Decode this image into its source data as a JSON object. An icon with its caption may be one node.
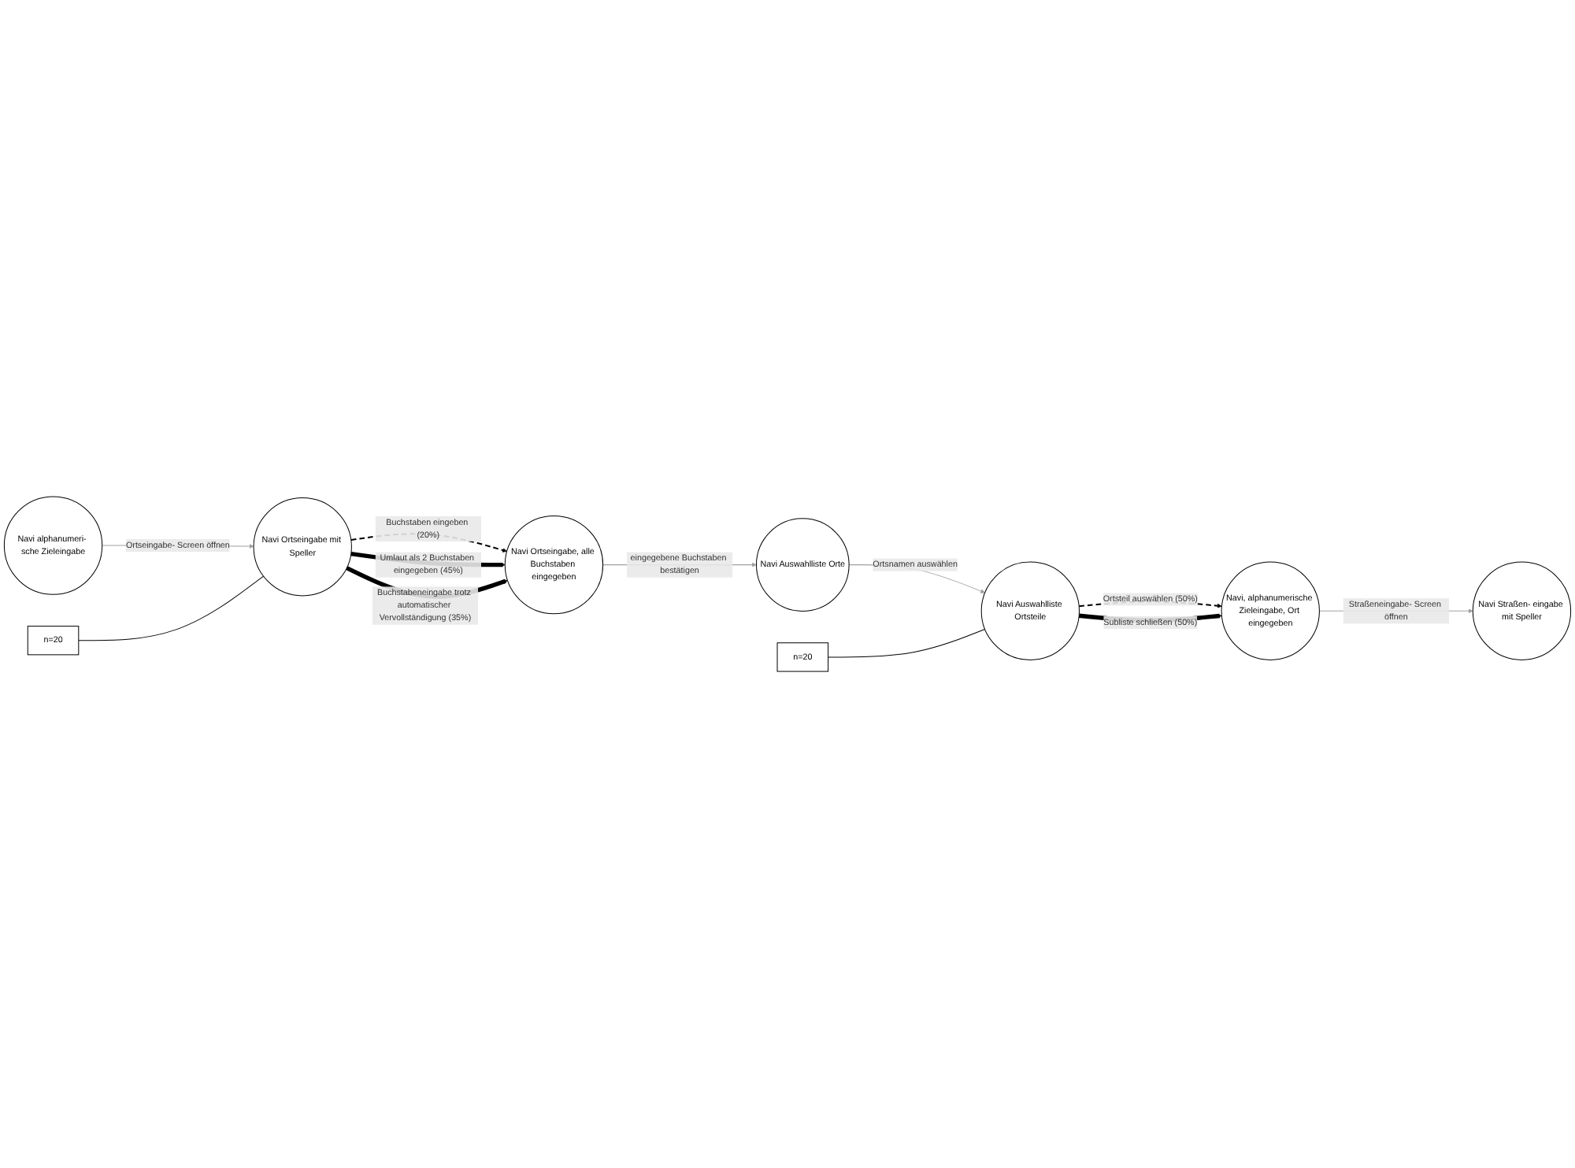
{
  "diagram": {
    "nodes": [
      {
        "text": [
          "Navi alphanumeri- sche Zieleingabe"
        ]
      },
      {
        "text": [
          "Navi Ortseingabe mit Speller"
        ]
      },
      {
        "text": [
          "n=20"
        ]
      },
      {
        "text": [
          "Navi Ortseingabe, alle Buchstaben eingegeben"
        ]
      },
      {
        "text": [
          "Navi Auswahlliste Orte"
        ]
      },
      {
        "text": [
          "Navi Auswahlliste Ortsteile"
        ]
      },
      {
        "text": [
          "n=20"
        ]
      },
      {
        "text": [
          "Navi, alphanumerische Zieleingabe, Ort eingegeben"
        ]
      },
      {
        "text": [
          "Navi Straßen- eingabe mit Speller"
        ]
      }
    ],
    "edges": [
      {
        "from": 0,
        "to": 1,
        "arrow": "to",
        "label": "Ortseingabe- Screen öffnen",
        "color": "#a0a0a0"
      },
      {
        "from": 1,
        "to": 3,
        "arrow": "to",
        "label": "Buchstaben eingeben (20%)",
        "style": "dashed"
      },
      {
        "from": 1,
        "to": 3,
        "arrow": "to",
        "label": "Umlaut als 2 Buchstaben eingegeben (45%)",
        "style": "thick"
      },
      {
        "from": 1,
        "to": 3,
        "arrow": "to",
        "label": "Buchstabeneingabe trotz automatischer Vervollständigung (35%)",
        "style": "thick"
      },
      {
        "from": 2,
        "to": 1,
        "arrow": "none"
      },
      {
        "from": 3,
        "to": 4,
        "arrow": "to",
        "label": "eingegebene Buchstaben bestätigen",
        "color": "#a0a0a0"
      },
      {
        "from": 4,
        "to": 5,
        "arrow": "to",
        "label": "Ortsnamen auswählen",
        "color": "#a0a0a0"
      },
      {
        "from": 5,
        "to": 7,
        "arrow": "to",
        "label": "Ortsteil auswählen (50%)",
        "style": "dashed"
      },
      {
        "from": 5,
        "to": 7,
        "arrow": "to",
        "label": "Subliste schließen (50%)",
        "style": "thick"
      },
      {
        "from": 6,
        "to": 5,
        "arrow": "none"
      },
      {
        "from": 7,
        "to": 8,
        "arrow": "to",
        "label": "Straßeneingabe- Screen öffnen",
        "color": "#a0a0a0"
      }
    ]
  }
}
